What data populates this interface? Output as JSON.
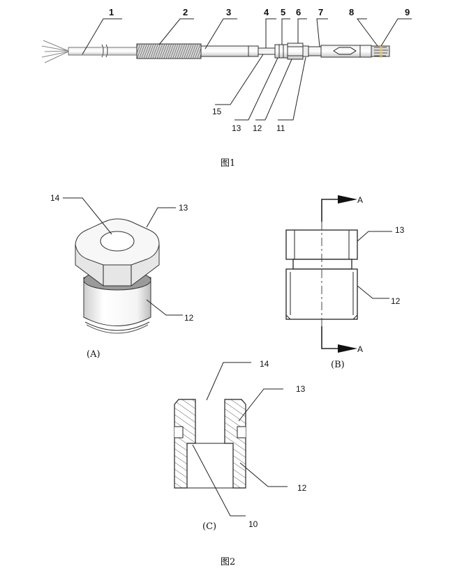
{
  "figure1": {
    "caption": "图1",
    "labels_top": [
      "1",
      "2",
      "3",
      "4",
      "5",
      "6",
      "7",
      "8",
      "9"
    ],
    "labels_bottom": [
      "15",
      "13",
      "12",
      "11"
    ]
  },
  "figure2": {
    "caption": "图2",
    "view_a": {
      "caption": "(A)",
      "labels": [
        "14",
        "13",
        "12"
      ]
    },
    "view_b": {
      "caption": "(B)",
      "labels": [
        "13",
        "12"
      ],
      "section_mark": "A"
    },
    "view_c": {
      "caption": "(C)",
      "labels": [
        "14",
        "13",
        "12",
        "10"
      ]
    }
  }
}
